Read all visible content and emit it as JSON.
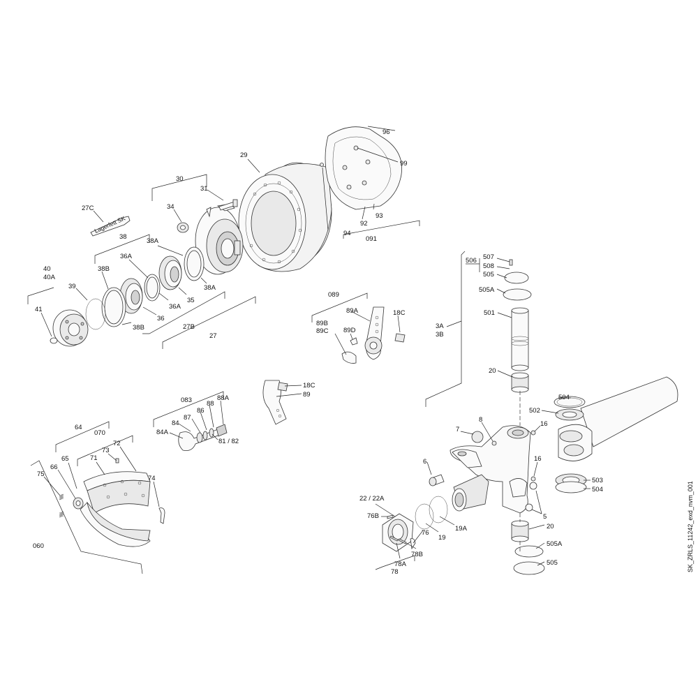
{
  "drawing_id": "SK_ZRLS_11242_exd_nvm_001",
  "grease_tube_text": "Lagerfett SK",
  "labels": {
    "l96": "96",
    "l99": "99",
    "l29": "29",
    "l30": "30",
    "l31": "31",
    "l34": "34",
    "l27c": "27C",
    "l38": "38",
    "l38a_top": "38A",
    "l36a": "36A",
    "l38b_top": "38B",
    "l40": "40",
    "l40a": "40A",
    "l39": "39",
    "l41": "41",
    "l38b": "38B",
    "l36": "36",
    "l36a_b": "36A",
    "l35": "35",
    "l38a_b": "38A",
    "l27b": "27B",
    "l27": "27",
    "l92": "92",
    "l93": "93",
    "l94": "94",
    "l091": "091",
    "l506": "506",
    "l507": "507",
    "l508": "508",
    "l505_top": "505",
    "l505a_top": "505A",
    "l501": "501",
    "l20_top": "20",
    "l3a": "3A",
    "l3b": "3B",
    "l089": "089",
    "l89a": "89A",
    "l18c_a": "18C",
    "l89b": "89B",
    "l89c": "89C",
    "l89d": "89D",
    "l18c_b": "18C",
    "l89": "89",
    "l083": "083",
    "l88a": "88A",
    "l88": "88",
    "l86": "86",
    "l87": "87",
    "l84": "84",
    "l84a": "84A",
    "l8182": "81 / 82",
    "l64": "64",
    "l070": "070",
    "l72": "72",
    "l73": "73",
    "l71": "71",
    "l65": "65",
    "l66": "66",
    "l75": "75",
    "l74": "74",
    "l060": "060",
    "l504_a": "504",
    "l502": "502",
    "l16_a": "16",
    "l8": "8",
    "l7": "7",
    "l6": "6",
    "l16_b": "16",
    "l503": "503",
    "l504_b": "504",
    "l5": "5",
    "l20_b": "20",
    "l505a_b": "505A",
    "l505_b": "505",
    "l2222a": "22 / 22A",
    "l76b": "76B",
    "l19a": "19A",
    "l19": "19",
    "l76": "76",
    "l78a": "78A",
    "l78b": "78B",
    "l78": "78"
  }
}
